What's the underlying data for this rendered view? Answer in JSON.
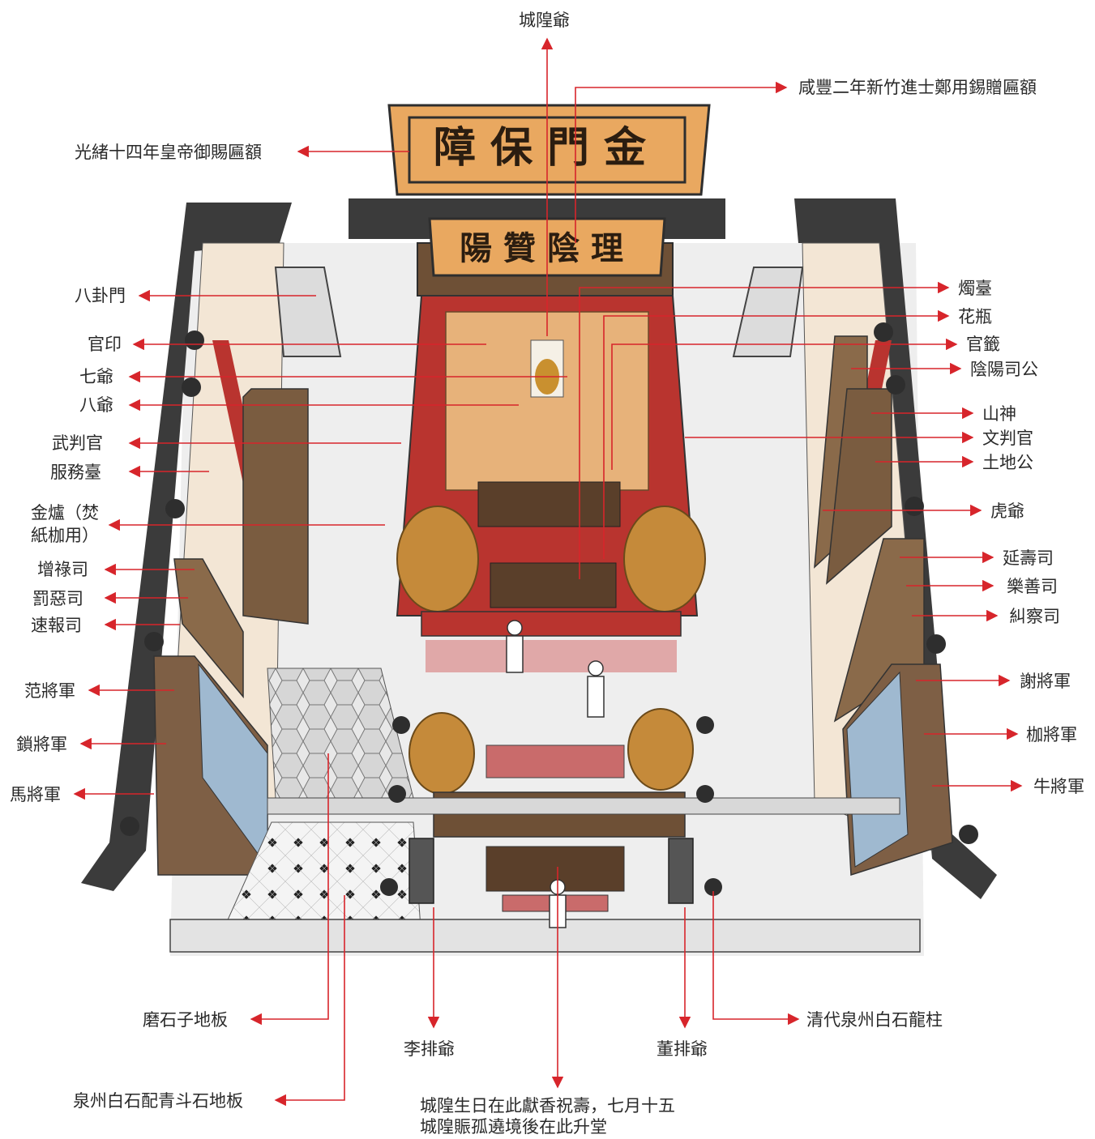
{
  "plaques": {
    "outer": "金門保障",
    "inner": "理陰贊陽"
  },
  "colors": {
    "leader": "#d7252b",
    "wall": "#3b3b3b",
    "wood": "#8a6a4a",
    "red": "#b9342f",
    "plaque": "#e9a860",
    "gold": "#c58a3a"
  },
  "labels": {
    "top": "城隍爺",
    "top_right": "咸豐二年新竹進士鄭用錫贈匾額",
    "left_plaque": "光緒十四年皇帝御賜匾額",
    "bagua": "八卦門",
    "guanyin": "官印",
    "qiye": "七爺",
    "baye": "八爺",
    "wupanguan": "武判官",
    "fuwutai": "服務臺",
    "jinlu_1": "金爐（焚",
    "jinlu_2": "紙枷用）",
    "zenglu": "增祿司",
    "fae": "罰惡司",
    "subao": "速報司",
    "fan": "范將軍",
    "suo": "鎖將軍",
    "ma": "馬將軍",
    "zhutai": "燭臺",
    "huaping": "花瓶",
    "guanqian": "官籤",
    "yinyang": "陰陽司公",
    "shanshen": "山神",
    "wenpanguan": "文判官",
    "tudigong": "土地公",
    "huye": "虎爺",
    "yanshou": "延壽司",
    "leshan": "樂善司",
    "jiucha": "糾察司",
    "xie": "謝將軍",
    "jia": "枷將軍",
    "niu": "牛將軍",
    "moshi": "磨石子地板",
    "quanzhou_floor": "泉州白石配青斗石地板",
    "lipaiye": "李排爺",
    "dongpaiye": "董排爺",
    "dragon_pillar": "清代泉州白石龍柱",
    "bottom_1": "城隍生日在此獻香祝壽，七月十五",
    "bottom_2": "城隍賑孤遶境後在此升堂"
  }
}
